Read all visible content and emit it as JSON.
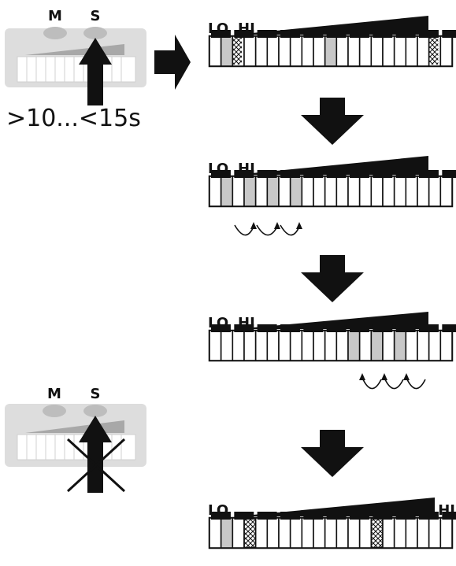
{
  "device_top": {
    "btn_m_label": "M",
    "btn_s_label": "S",
    "hold_time": ">10...<15s"
  },
  "device_bottom": {
    "btn_m_label": "M",
    "btn_s_label": "S"
  },
  "panels": [
    {
      "lo_label": "LO",
      "hi_label": "HI"
    },
    {
      "lo_label": "LO",
      "hi_label": "HI"
    },
    {
      "lo_label": "LO",
      "hi_label": "HI"
    },
    {
      "lo_label": "LO",
      "hi_label": "HI"
    }
  ],
  "colors": {
    "dark": "#111111",
    "gray": "#c8c8c8",
    "device": "#dddddd",
    "white": "#ffffff"
  }
}
